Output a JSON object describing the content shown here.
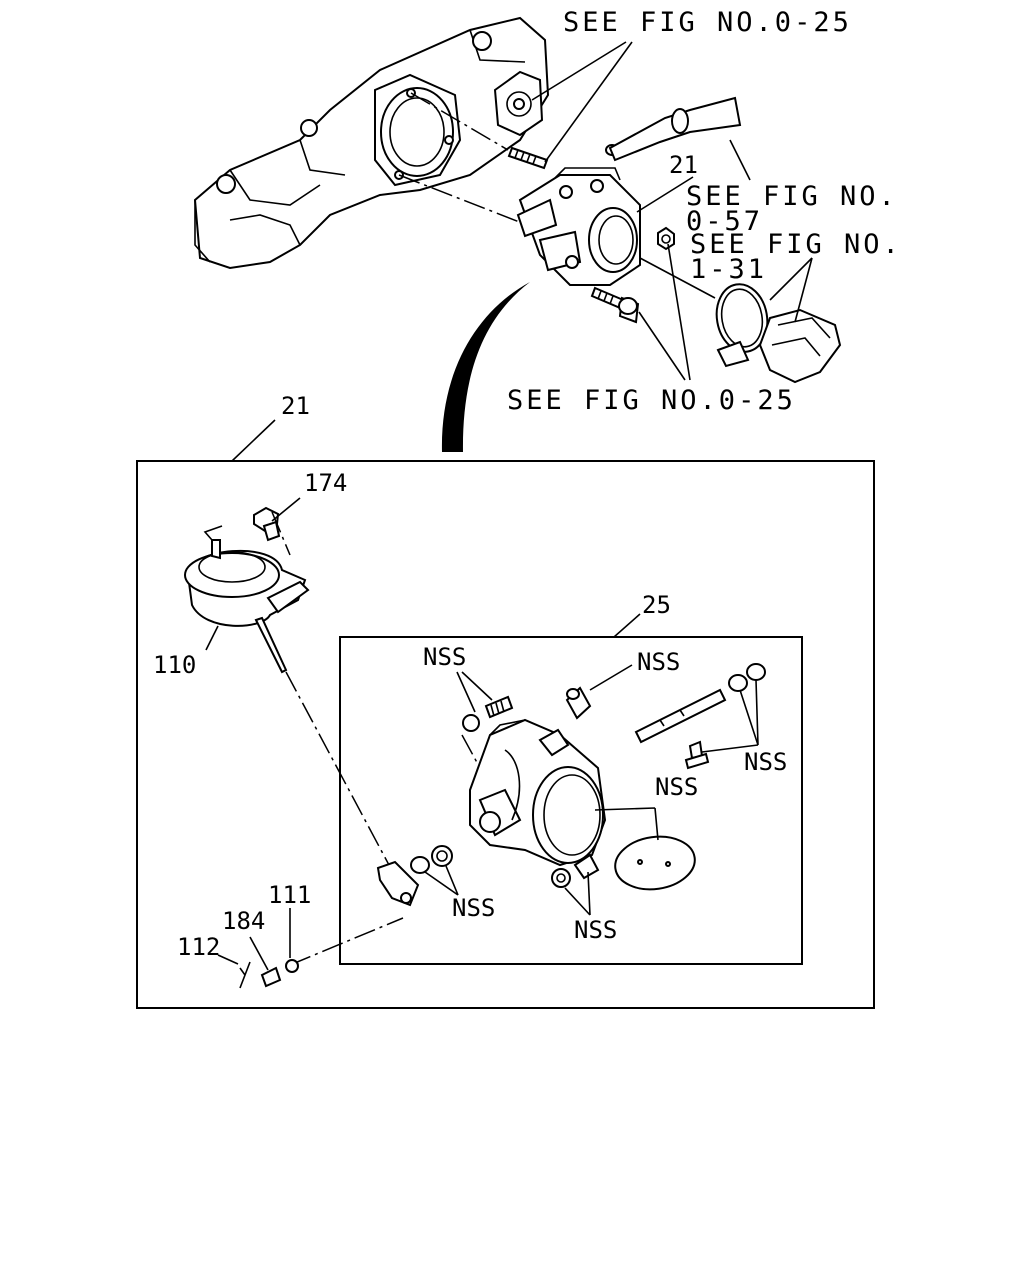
{
  "references": {
    "fig_0_25_top": "SEE FIG NO.0-25",
    "fig_0_57_line1": "SEE FIG NO.",
    "fig_0_57_line2": "0-57",
    "fig_1_31_line1": "SEE FIG NO.",
    "fig_1_31_line2": "1-31",
    "fig_0_25_bottom": "SEE FIG NO.0-25"
  },
  "labels": {
    "part_21_top": "21",
    "part_21_assembly": "21",
    "part_25": "25",
    "part_174": "174",
    "part_110": "110",
    "part_111": "111",
    "part_184": "184",
    "part_112": "112",
    "nss": "NSS"
  }
}
